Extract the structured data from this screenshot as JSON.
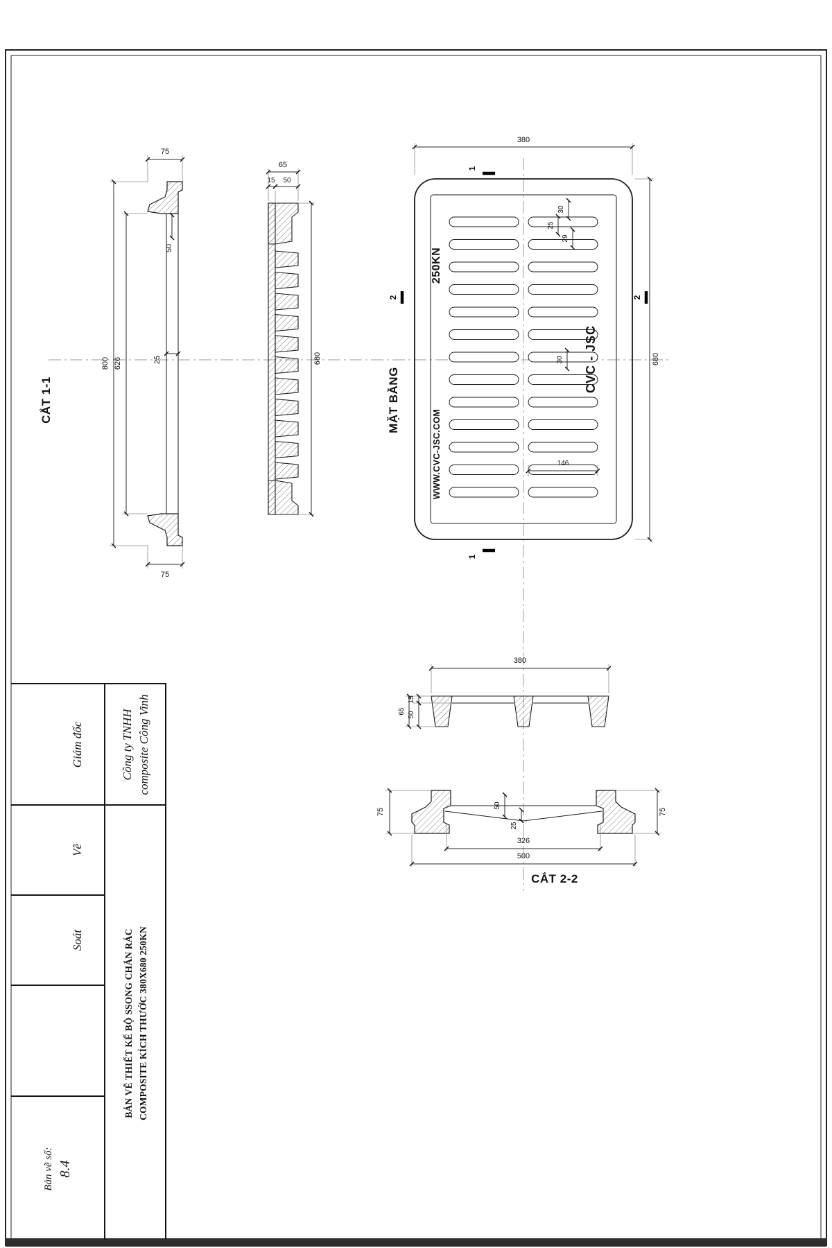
{
  "titleblock": {
    "company": {
      "line1": "Công ty TNHH",
      "line2": "composite Công Vinh"
    },
    "roles": {
      "director": "Giám đốc",
      "draw": "Vẽ",
      "check": "Soát"
    },
    "number": {
      "label": "Bản vẽ số:",
      "value": "8.4"
    },
    "title": {
      "line1": "BẢN VẼ THIẾT KẾ BỘ SSONG CHẮN RÁC",
      "line2": "COMPOSITE KÍCH THƯỚC 380X680  250KN"
    }
  },
  "views": {
    "section11": {
      "label": "CẮT 1-1",
      "dim_top": "75",
      "dim_bottom": "75",
      "dim_seat": "50",
      "dim_web": "25",
      "dim_inner": "626",
      "dim_overall": "800"
    },
    "barsection": {
      "dim_total": "65",
      "dim_plate": "15",
      "dim_rib": "50",
      "dim_length": "680"
    },
    "plan": {
      "label": "MẶT BẰNG",
      "dim_width": "380",
      "dim_length": "680",
      "dim_a": "30",
      "dim_b": "25",
      "dim_c": "29",
      "dim_d": "30",
      "dim_slot": "146",
      "mark_load": "250KN",
      "mark_brand": "CVC - JSC",
      "mark_web": "WWW.CVC-JSC.COM",
      "marker_1": "1",
      "marker_2": "2"
    },
    "section22": {
      "label": "CẮT 2-2",
      "cover": {
        "dim_width": "380",
        "dim_plate": "15",
        "dim_rib": "50",
        "dim_total": "65"
      },
      "frame": {
        "dim_height_left": "75",
        "dim_height_right": "75",
        "dim_seat": "50",
        "dim_web": "25",
        "dim_inner": "326",
        "dim_overall": "500"
      }
    }
  }
}
